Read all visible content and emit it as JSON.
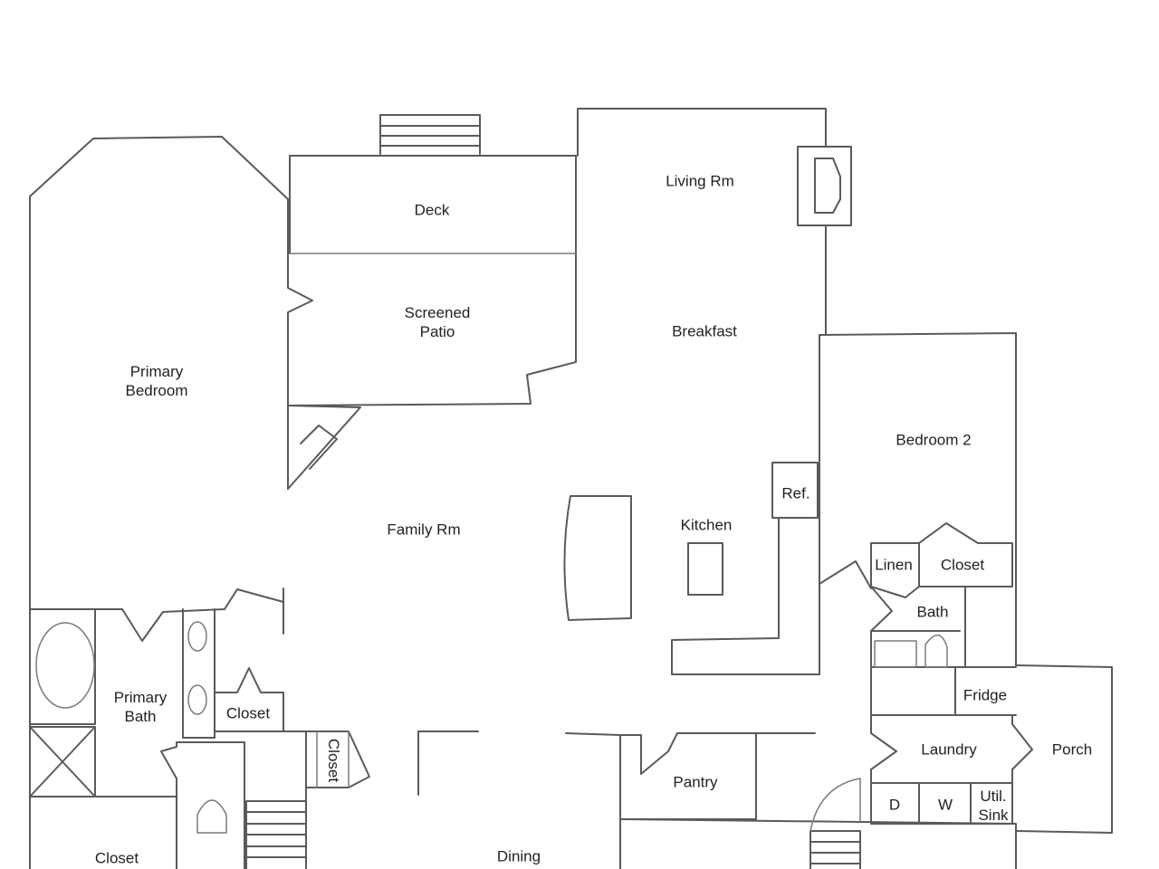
{
  "rooms": {
    "living": "Living Rm",
    "deck": "Deck",
    "screened_patio": [
      "Screened",
      "Patio"
    ],
    "breakfast": "Breakfast",
    "primary_bedroom": [
      "Primary",
      "Bedroom"
    ],
    "bedroom2": "Bedroom 2",
    "ref": "Ref.",
    "kitchen": "Kitchen",
    "family": "Family Rm",
    "linen": "Linen",
    "closet_bed2": "Closet",
    "bath": "Bath",
    "primary_bath": [
      "Primary",
      "Bath"
    ],
    "closet_primary_bath": "Closet",
    "fridge": "Fridge",
    "closet_vertical": "Closet",
    "laundry": "Laundry",
    "porch": "Porch",
    "pantry": "Pantry",
    "dryer": "D",
    "washer": "W",
    "util_sink": [
      "Util.",
      "Sink"
    ],
    "closet_bottom": "Closet",
    "dining": "Dining"
  },
  "colors": {
    "line": "#5a5a5a",
    "text": "#222222",
    "background": "#ffffff"
  }
}
